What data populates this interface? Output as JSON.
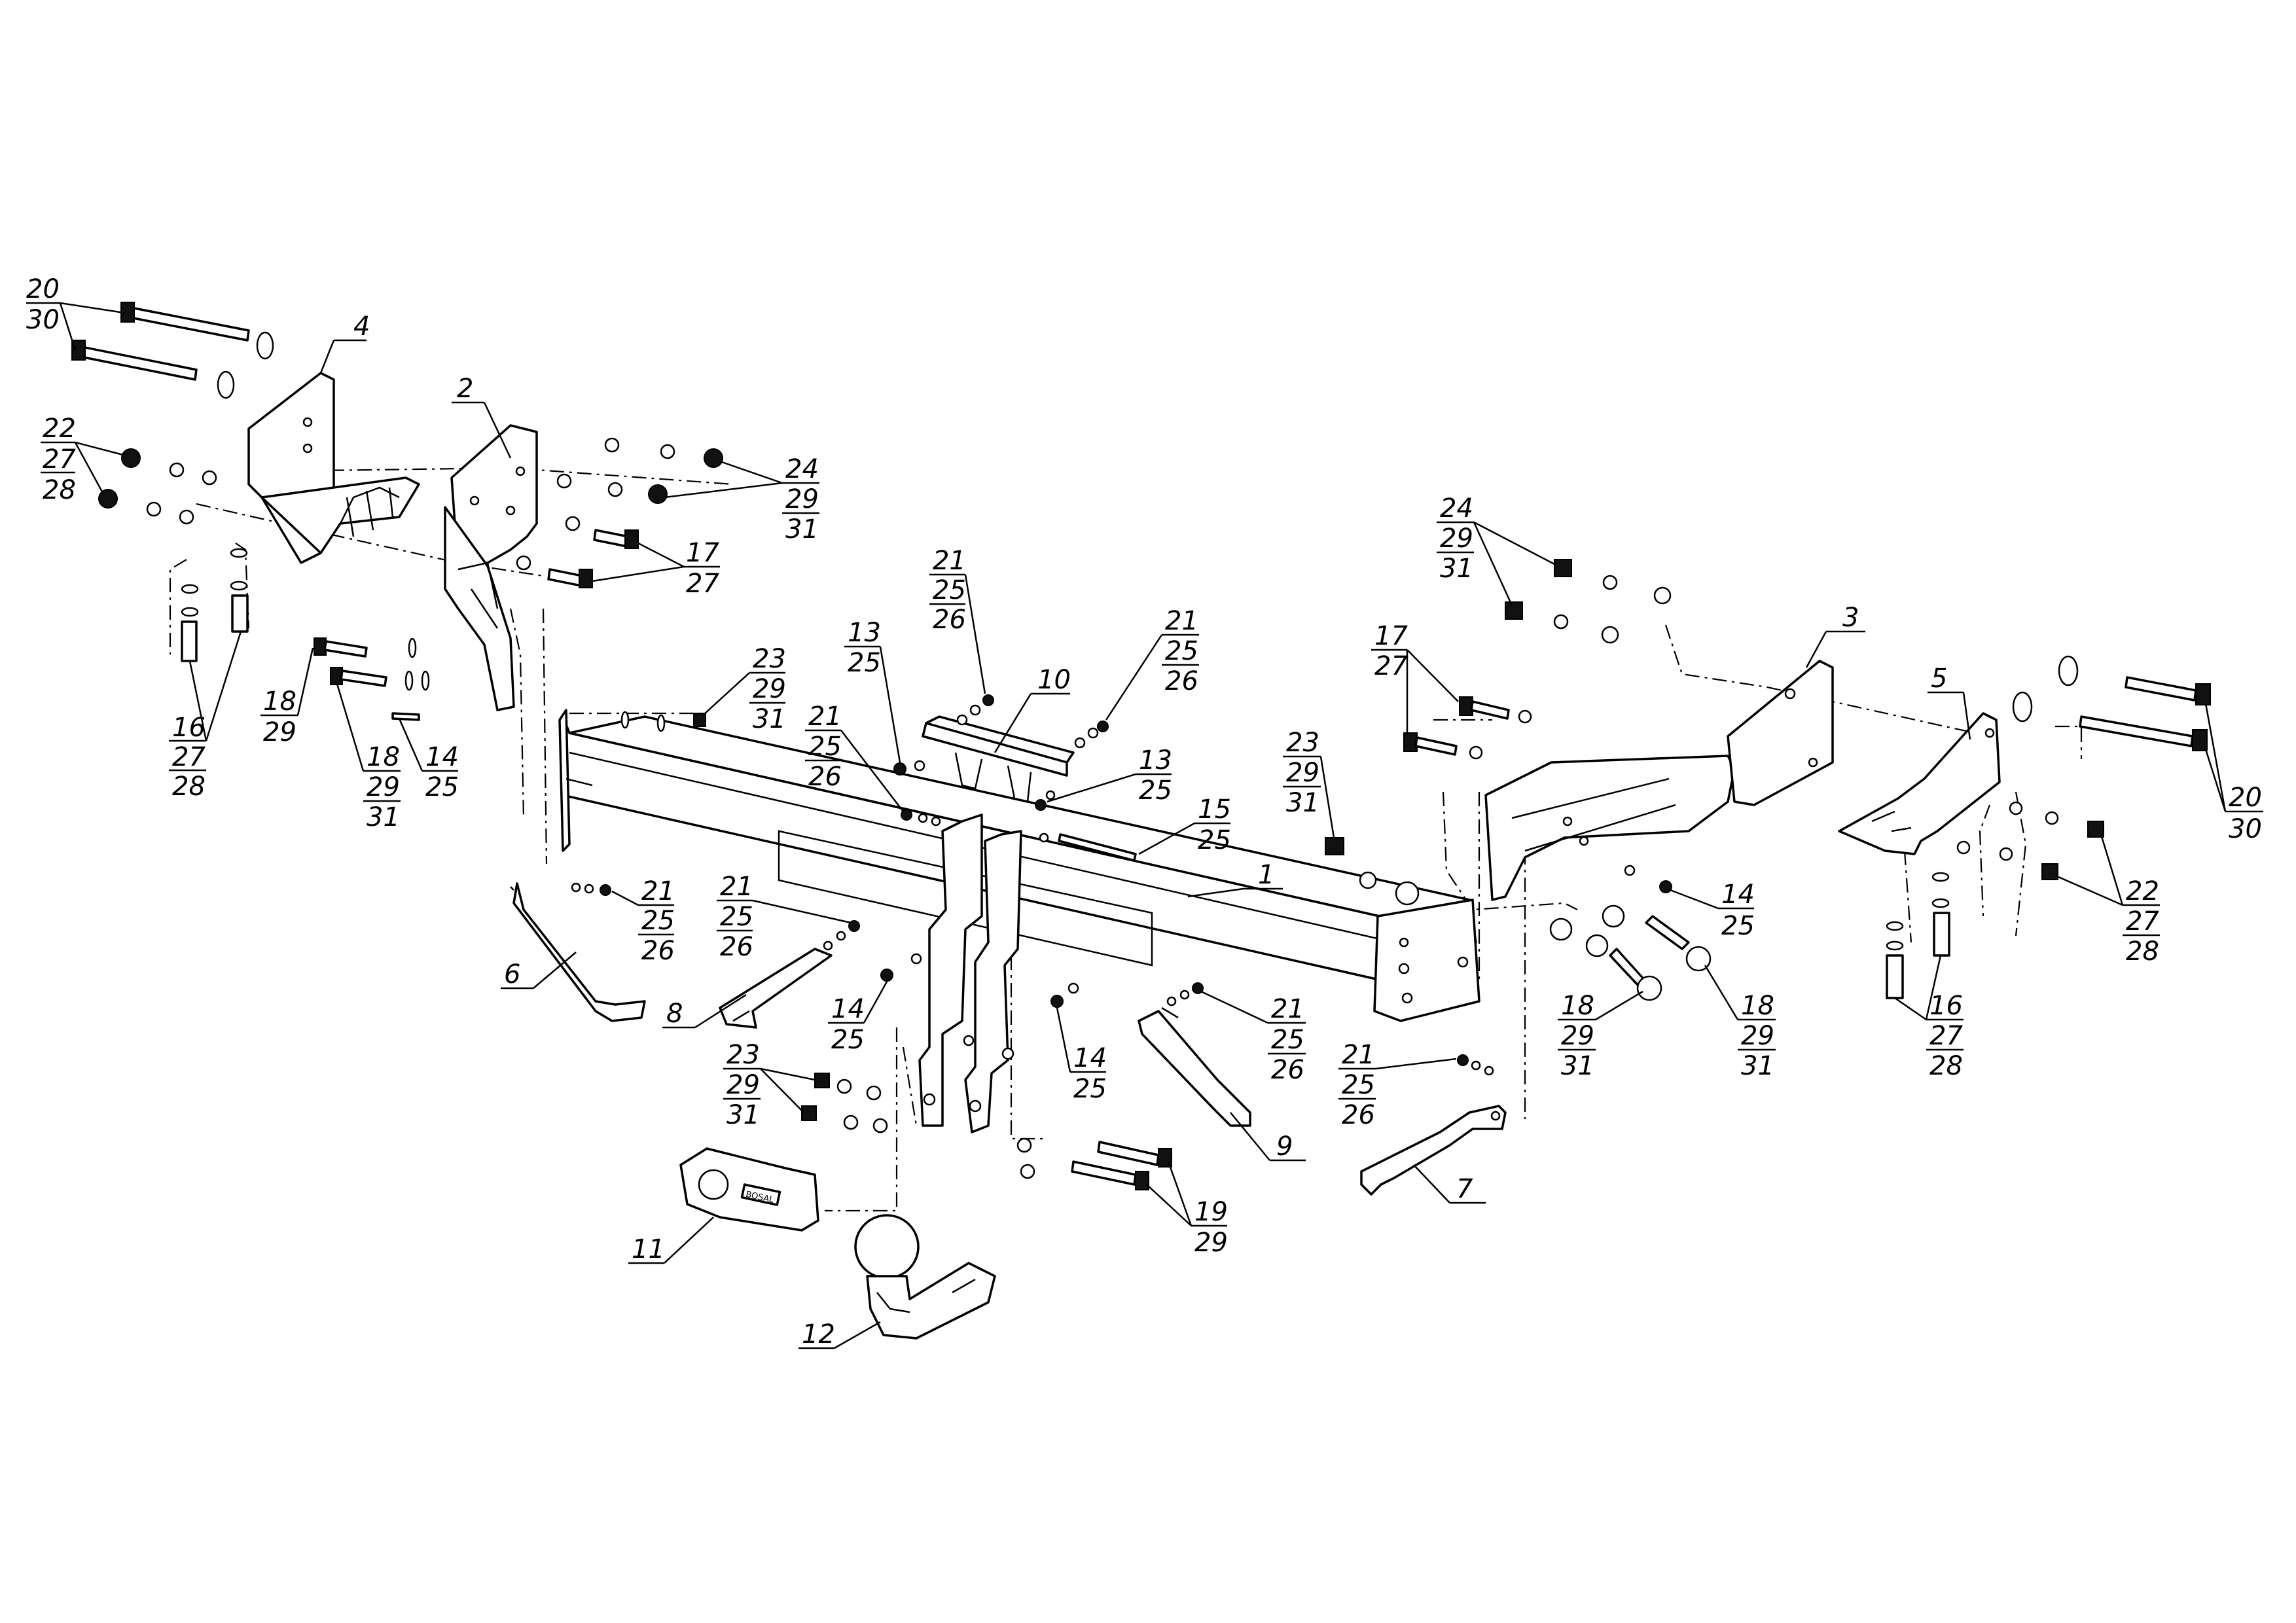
{
  "callouts": [
    {
      "id": "c20-30-left",
      "lines": [
        "20",
        "30"
      ]
    },
    {
      "id": "c4",
      "lines": [
        "4"
      ]
    },
    {
      "id": "c2",
      "lines": [
        "2"
      ]
    },
    {
      "id": "c22-27-28-left",
      "lines": [
        "22",
        "27",
        "28"
      ]
    },
    {
      "id": "c24-29-31-left",
      "lines": [
        "24",
        "29",
        "31"
      ]
    },
    {
      "id": "c17-27-left",
      "lines": [
        "17",
        "27"
      ]
    },
    {
      "id": "c16-27-28-left",
      "lines": [
        "16",
        "27",
        "28"
      ]
    },
    {
      "id": "c18-29-left",
      "lines": [
        "18",
        "29"
      ]
    },
    {
      "id": "c18-29-31-left",
      "lines": [
        "18",
        "29",
        "31"
      ]
    },
    {
      "id": "c14-25-left",
      "lines": [
        "14",
        "25"
      ]
    },
    {
      "id": "c23-29-31-top",
      "lines": [
        "23",
        "29",
        "31"
      ]
    },
    {
      "id": "c13-25-left",
      "lines": [
        "13",
        "25"
      ]
    },
    {
      "id": "c21-25-26-top",
      "lines": [
        "21",
        "25",
        "26"
      ]
    },
    {
      "id": "c10",
      "lines": [
        "10"
      ]
    },
    {
      "id": "c21-25-26-top-right",
      "lines": [
        "21",
        "25",
        "26"
      ]
    },
    {
      "id": "c21-25-26-mid",
      "lines": [
        "21",
        "25",
        "26"
      ]
    },
    {
      "id": "c13-25-mid",
      "lines": [
        "13",
        "25"
      ]
    },
    {
      "id": "c15-25",
      "lines": [
        "15",
        "25"
      ]
    },
    {
      "id": "c1",
      "lines": [
        "1"
      ]
    },
    {
      "id": "c21-25-26-bracket6",
      "lines": [
        "21",
        "25",
        "26"
      ]
    },
    {
      "id": "c6",
      "lines": [
        "6"
      ]
    },
    {
      "id": "c21-25-26-bracket8",
      "lines": [
        "21",
        "25",
        "26"
      ]
    },
    {
      "id": "c8",
      "lines": [
        "8"
      ]
    },
    {
      "id": "c14-25-mid",
      "lines": [
        "14",
        "25"
      ]
    },
    {
      "id": "c14-25-lower",
      "lines": [
        "14",
        "25"
      ]
    },
    {
      "id": "c23-29-31-lower",
      "lines": [
        "23",
        "29",
        "31"
      ]
    },
    {
      "id": "c11",
      "lines": [
        "11"
      ]
    },
    {
      "id": "c12",
      "lines": [
        "12"
      ]
    },
    {
      "id": "c19-29",
      "lines": [
        "19",
        "29"
      ]
    },
    {
      "id": "c9",
      "lines": [
        "9"
      ]
    },
    {
      "id": "c21-25-26-bracket9",
      "lines": [
        "21",
        "25",
        "26"
      ]
    },
    {
      "id": "c21-25-26-bracket7",
      "lines": [
        "21",
        "25",
        "26"
      ]
    },
    {
      "id": "c7",
      "lines": [
        "7"
      ]
    },
    {
      "id": "c23-29-31-right",
      "lines": [
        "23",
        "29",
        "31"
      ]
    },
    {
      "id": "c24-29-31-right",
      "lines": [
        "24",
        "29",
        "31"
      ]
    },
    {
      "id": "c17-27-right",
      "lines": [
        "17",
        "27"
      ]
    },
    {
      "id": "c3",
      "lines": [
        "3"
      ]
    },
    {
      "id": "c5",
      "lines": [
        "5"
      ]
    },
    {
      "id": "c14-25-right",
      "lines": [
        "14",
        "25"
      ]
    },
    {
      "id": "c18-29-31-right-a",
      "lines": [
        "18",
        "29",
        "31"
      ]
    },
    {
      "id": "c18-29-31-right-b",
      "lines": [
        "18",
        "29",
        "31"
      ]
    },
    {
      "id": "c20-30-right",
      "lines": [
        "20",
        "30"
      ]
    },
    {
      "id": "c22-27-28-right",
      "lines": [
        "22",
        "27",
        "28"
      ]
    },
    {
      "id": "c16-27-28-right",
      "lines": [
        "16",
        "27",
        "28"
      ]
    }
  ],
  "ball_plate_text": "BOSAL"
}
